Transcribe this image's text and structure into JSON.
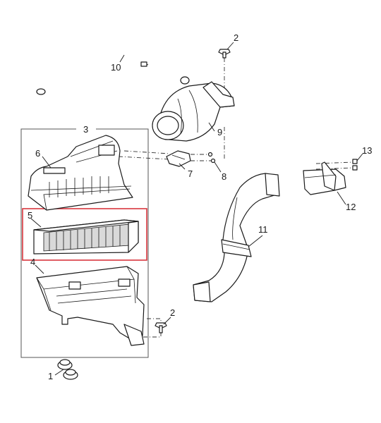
{
  "diagram": {
    "highlight_color": "#d9363e",
    "callouts": {
      "c1": "1",
      "c2a": "2",
      "c2b": "2",
      "c3": "3",
      "c4": "4",
      "c5": "5",
      "c6": "6",
      "c7": "7",
      "c8": "8",
      "c9": "9",
      "c10": "10",
      "c11": "11",
      "c12": "12",
      "c13": "13"
    }
  }
}
